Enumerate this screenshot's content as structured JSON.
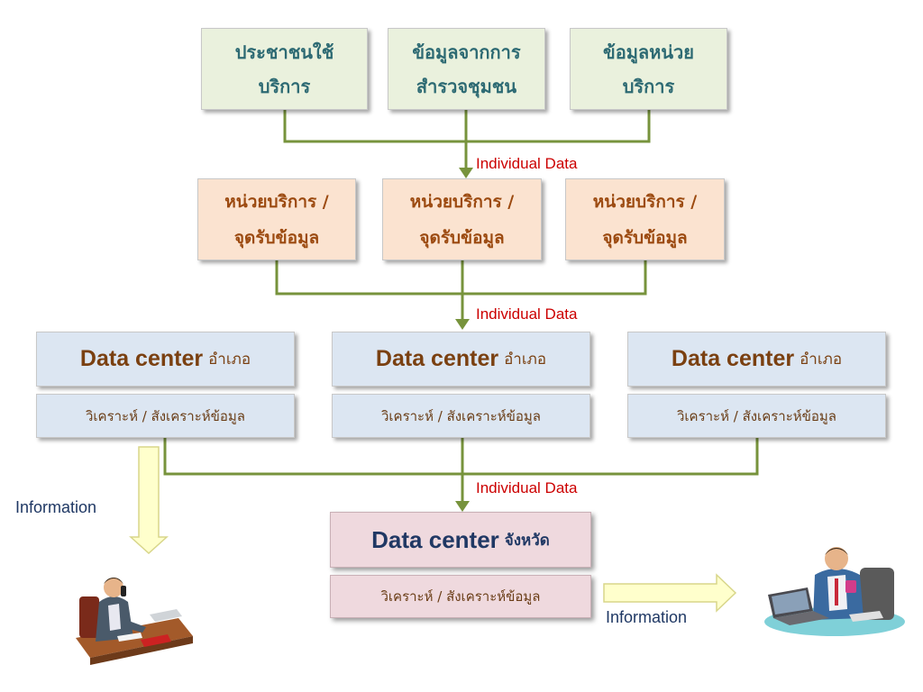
{
  "sources": [
    {
      "line1": "ประชาชนใช้",
      "line2": "บริการ"
    },
    {
      "line1": "ข้อมูลจากการ",
      "line2": "สำรวจชุมชน"
    },
    {
      "line1": "ข้อมูลหน่วย",
      "line2": "บริการ"
    }
  ],
  "service_units": [
    {
      "line1": "หน่วยบริการ /",
      "line2": "จุดรับข้อมูล"
    },
    {
      "line1": "หน่วยบริการ /",
      "line2": "จุดรับข้อมูล"
    },
    {
      "line1": "หน่วยบริการ /",
      "line2": "จุดรับข้อมูล"
    }
  ],
  "district_centers": [
    {
      "title_en": "Data center",
      "title_th": "อำเภอ",
      "subtitle": "วิเคราะห์ / สังเคราะห์ข้อมูล"
    },
    {
      "title_en": "Data center",
      "title_th": "อำเภอ",
      "subtitle": "วิเคราะห์ / สังเคราะห์ข้อมูล"
    },
    {
      "title_en": "Data center",
      "title_th": "อำเภอ",
      "subtitle": "วิเคราะห์ / สังเคราะห์ข้อมูล"
    }
  ],
  "province_center": {
    "title_en": "Data center",
    "title_th": "จังหวัด",
    "subtitle": "วิเคราะห์ / สังเคราะห์ข้อมูล"
  },
  "flow_labels": [
    "Individual Data",
    "Individual Data",
    "Individual Data"
  ],
  "information_labels": [
    "Information",
    "Information"
  ],
  "colors": {
    "connector": "#77933c",
    "flow_label": "#cc0000",
    "info_arrow": "#ffffcc"
  },
  "icons": [
    "man-on-phone-at-desk-icon",
    "man-at-laptop-with-mug-icon"
  ]
}
